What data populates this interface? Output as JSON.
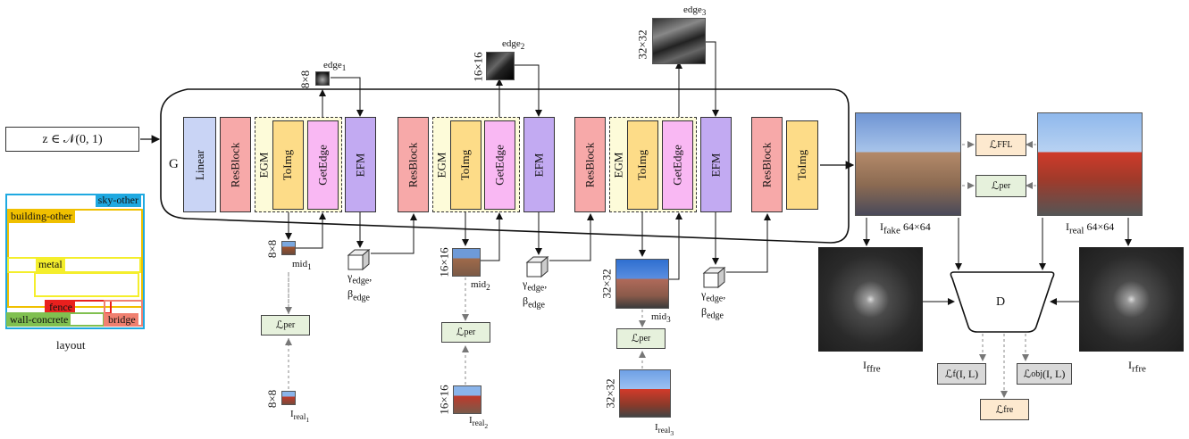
{
  "input": {
    "z_label": "z ∈ 𝒩(0, 1)"
  },
  "generator": {
    "g_label": "G",
    "blocks": {
      "linear": "Linear",
      "resblock": "ResBlock",
      "egm": "EGM",
      "toimg": "ToImg",
      "getedge": "GetEdge",
      "efm": "EFM"
    }
  },
  "layout": {
    "caption": "layout",
    "regions": [
      "sky-other",
      "building-other",
      "metal",
      "fence",
      "wall-concrete",
      "bridge"
    ]
  },
  "edges": {
    "e1": {
      "name": "edge",
      "sub": "1",
      "size": "8×8"
    },
    "e2": {
      "name": "edge",
      "sub": "2",
      "size": "16×16"
    },
    "e3": {
      "name": "edge",
      "sub": "3",
      "size": "32×32"
    }
  },
  "mids": {
    "m1": {
      "name": "mid",
      "sub": "1",
      "size": "8×8"
    },
    "m2": {
      "name": "mid",
      "sub": "2",
      "size": "16×16"
    },
    "m3": {
      "name": "mid",
      "sub": "3",
      "size": "32×32"
    }
  },
  "reals": {
    "r1": {
      "name": "I",
      "sub": "real",
      "subsub": "1",
      "size": "8×8"
    },
    "r2": {
      "name": "I",
      "sub": "real",
      "subsub": "2",
      "size": "16×16"
    },
    "r3": {
      "name": "I",
      "sub": "real",
      "subsub": "3",
      "size": "32×32"
    }
  },
  "affine": {
    "gamma": "γ",
    "beta": "β",
    "sub": "edge"
  },
  "losses": {
    "per": {
      "sym": "ℒ",
      "sub": "per"
    },
    "ffl": {
      "sym": "ℒ",
      "sub": "FFL"
    },
    "fre": {
      "sym": "ℒ",
      "sub": "fre"
    },
    "f": {
      "sym": "ℒ",
      "sub": "f",
      "arg": "(I, L)"
    },
    "obj": {
      "sym": "ℒ",
      "sub": "obj",
      "arg": "(I, L)"
    }
  },
  "outputs": {
    "fake": {
      "name": "I",
      "sub": "fake",
      "size": "64×64"
    },
    "real": {
      "name": "I",
      "sub": "real",
      "size": "64×64"
    },
    "ffre": {
      "name": "I",
      "sub": "ffre"
    },
    "rfre": {
      "name": "I",
      "sub": "rfre"
    }
  },
  "discriminator": {
    "label": "D"
  },
  "colors": {
    "linear": "#c9d4f5",
    "resblock": "#f7a9a9",
    "toimg": "#fddc88",
    "getedge": "#f9b8f3",
    "efm": "#c2aaf2",
    "egm_bg": "#fdfbd9",
    "loss_green": "#e6f1dc",
    "loss_peach": "#fde9cf",
    "loss_gray": "#d9d9d9",
    "layout_sky": "#1fa9e1",
    "layout_building": "#f0c000",
    "layout_metal": "#f4ee2c",
    "layout_fence": "#e8201e",
    "layout_wall": "#80c050",
    "layout_bridge": "#f08070"
  }
}
